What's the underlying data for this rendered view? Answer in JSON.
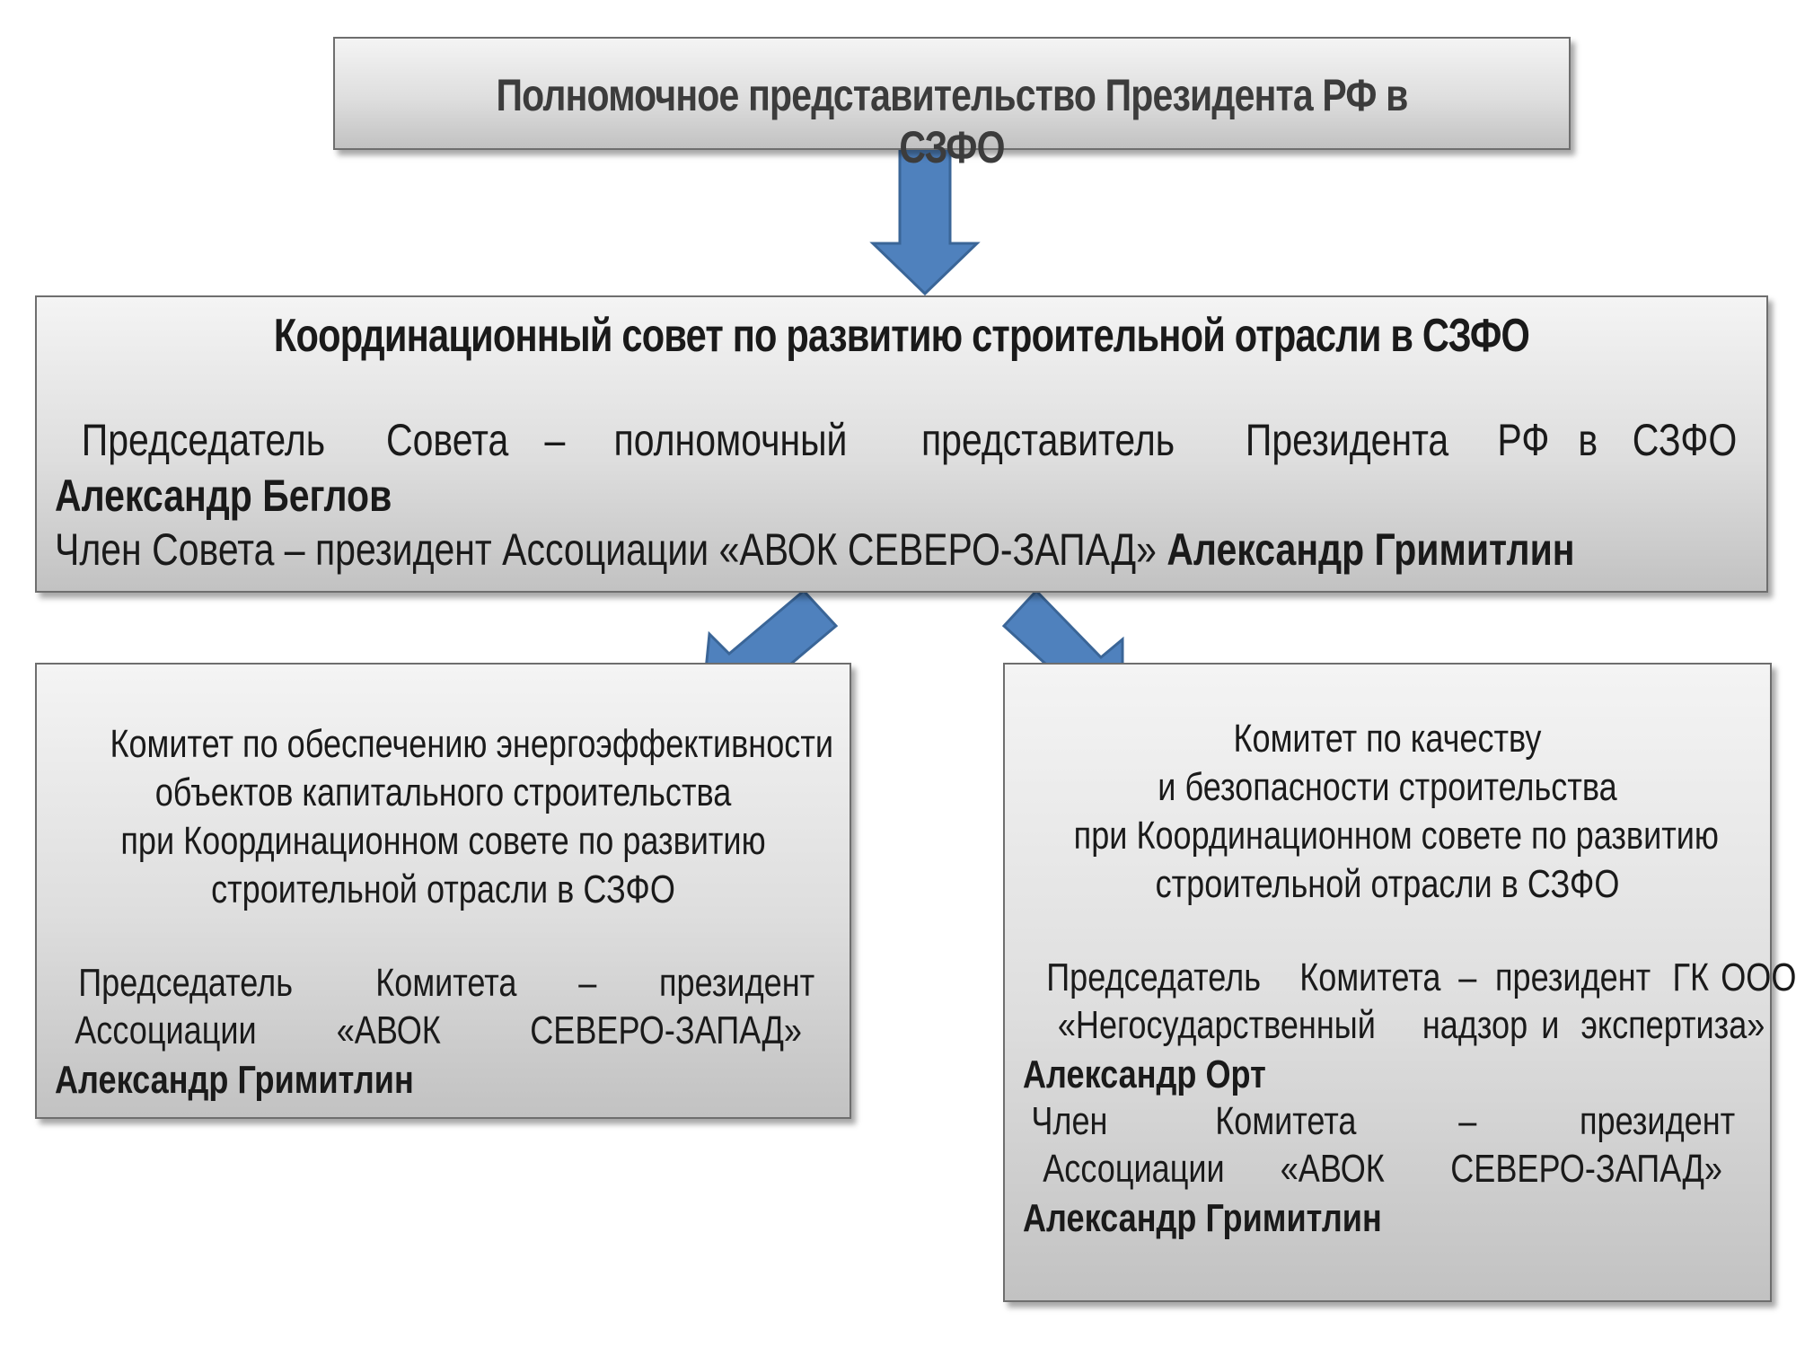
{
  "colors": {
    "arrow_fill": "#4f81bd",
    "arrow_stroke": "#3a6597",
    "box_border": "#6e6e6e"
  },
  "top_box": {
    "title": "Полномочное представительство Президента РФ в СЗФО"
  },
  "council": {
    "title": "Координационный совет по развитию строительной отрасли в СЗФО",
    "chair_line_words": [
      "Председатель",
      "Совета",
      "–",
      "полномочный",
      "представитель",
      "Президента",
      "РФ",
      "в",
      "СЗФО"
    ],
    "chair_name": "Александр Беглов",
    "member_text": "Член Совета – президент Ассоциации «АВОК СЕВЕРО-ЗАПАД»",
    "member_name": "Александр Гримитлин"
  },
  "committee_left": {
    "title_lines": [
      "Комитет по обеспечению энергоэффективности",
      "объектов капитального строительства",
      "при Координационном совете по развитию",
      "строительной отрасли в СЗФО"
    ],
    "chair_line1_words": [
      "Председатель",
      "Комитета",
      "–",
      "президент"
    ],
    "chair_line2_words": [
      "Ассоциации",
      "«АВОК",
      "СЕВЕРО-ЗАПАД»"
    ],
    "chair_name": "Александр Гримитлин"
  },
  "committee_right": {
    "title_lines": [
      "Комитет по качеству",
      "и безопасности строительства",
      "при Координационном совете по развитию",
      "строительной отрасли в СЗФО"
    ],
    "chair_line1_words": [
      "Председатель",
      "Комитета",
      "–",
      "президент",
      "ГК",
      "ООО"
    ],
    "chair_line2_words": [
      "«Негосударственный",
      "надзор",
      "и",
      "экспертиза»"
    ],
    "chair_name": "Александр Орт",
    "member_line1_words": [
      "Член",
      "Комитета",
      "–",
      "президент"
    ],
    "member_line2_words": [
      "Ассоциации",
      "«АВОК",
      "СЕВЕРО-ЗАПАД»"
    ],
    "member_name": "Александр Гримитлин"
  }
}
